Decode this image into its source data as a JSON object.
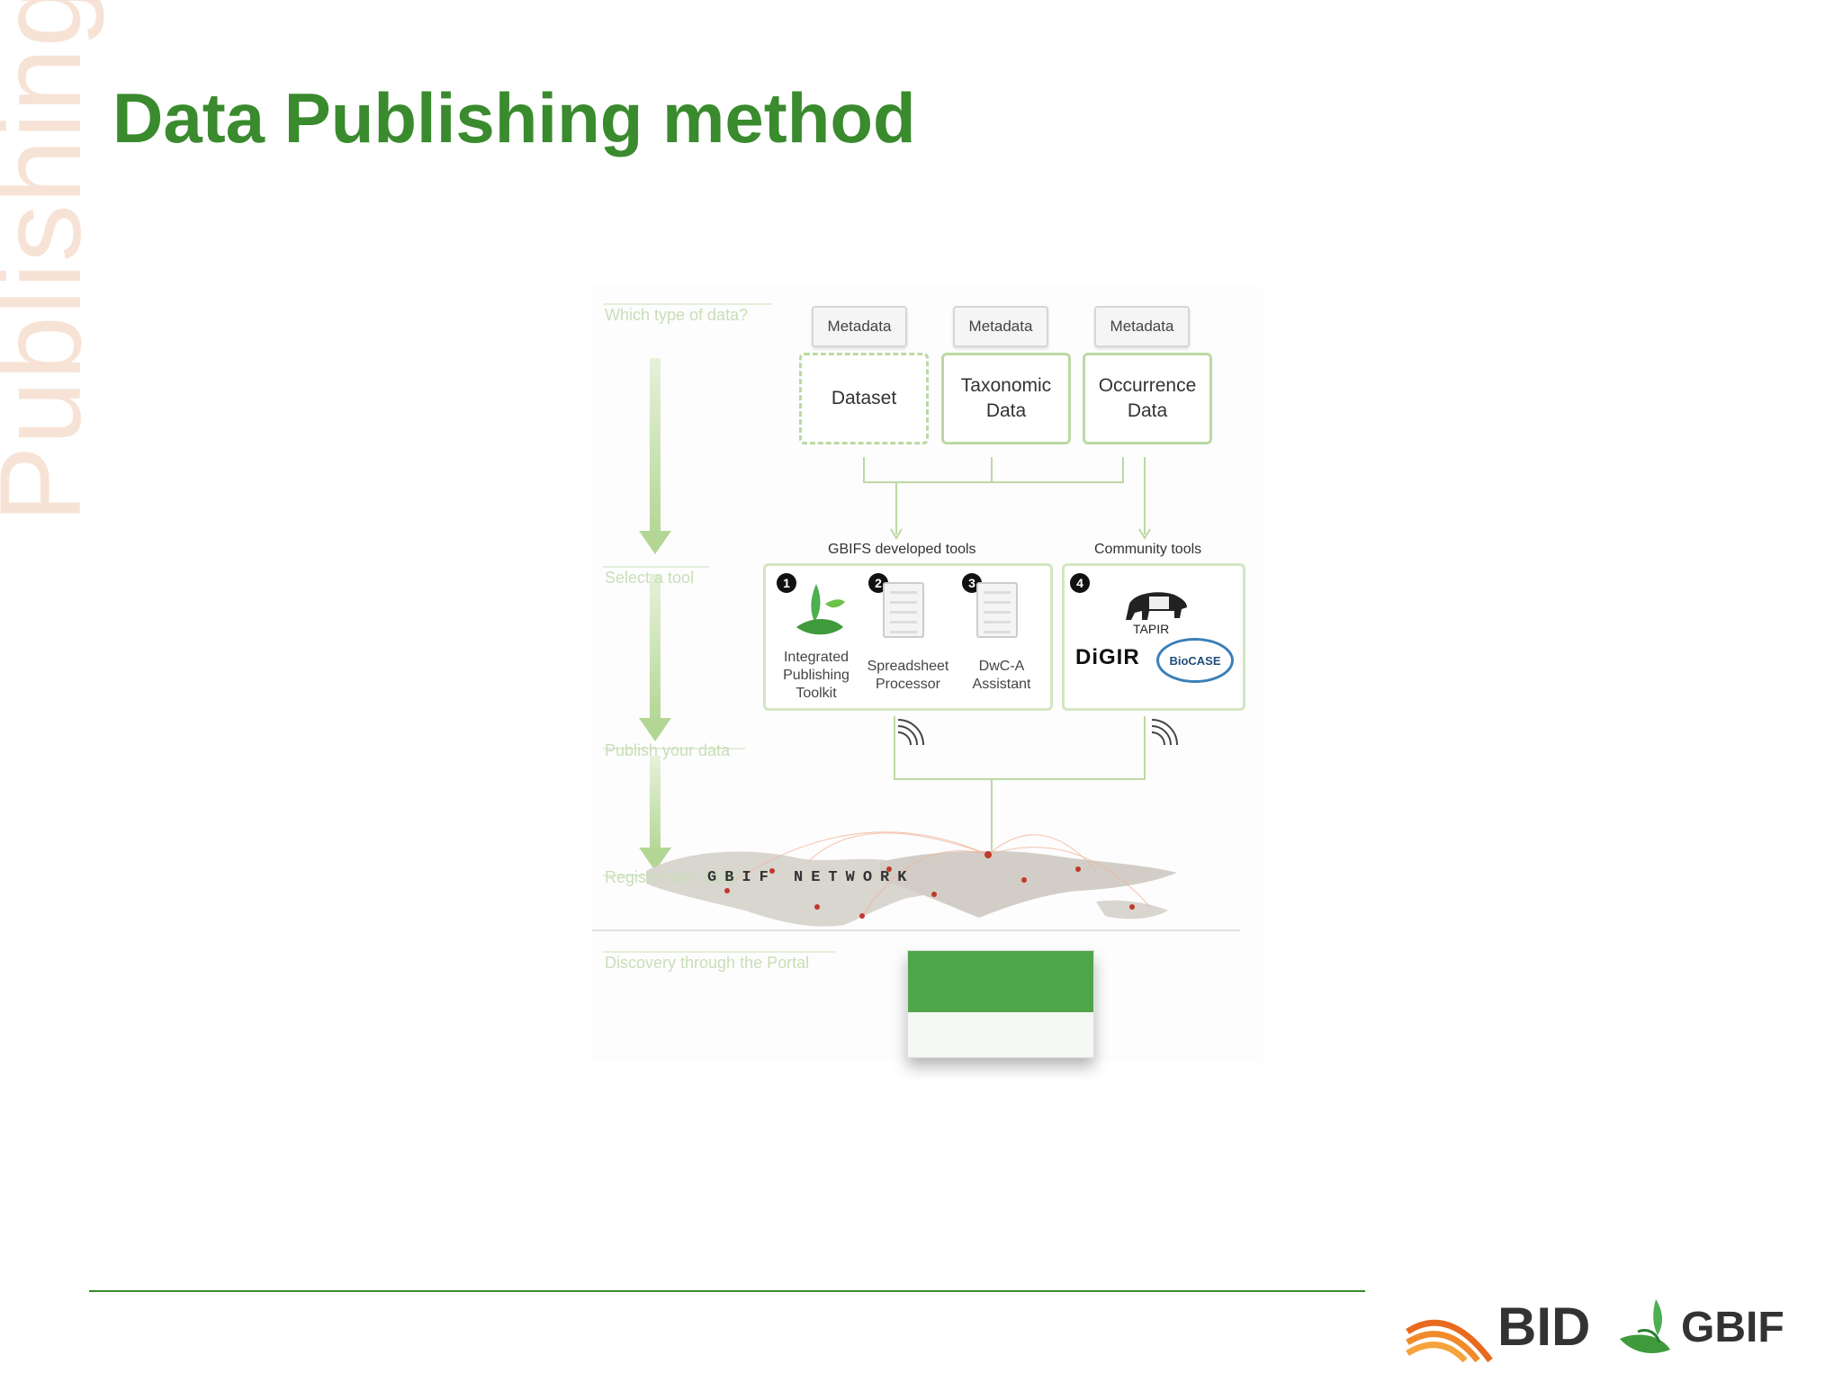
{
  "slide": {
    "side_label": "Publishing",
    "title": "Data Publishing method"
  },
  "diagram": {
    "steps": [
      "Which type of data?",
      "Select a tool",
      "Publish your data",
      "Register with GBIF",
      "Discovery through the Portal"
    ],
    "metadata_label": "Metadata",
    "data_types": [
      {
        "label": "Dataset",
        "style": "dashed"
      },
      {
        "label": "Taxonomic\nData",
        "style": "solid"
      },
      {
        "label": "Occurrence\nData",
        "style": "solid"
      }
    ],
    "gbif_tools_label": "GBIFS developed tools",
    "community_tools_label": "Community tools",
    "tools": [
      {
        "number": "1",
        "label": "Integrated\nPublishing\nToolkit"
      },
      {
        "number": "2",
        "label": "Spreadsheet\nProcessor"
      },
      {
        "number": "3",
        "label": "DwC-A\nAssistant"
      }
    ],
    "community": {
      "number": "4",
      "tapir": "TAPIR",
      "digir": "DiGIR",
      "biocase": "BioCASE"
    },
    "network_label": "GBIF NETWORK"
  },
  "footer": {
    "logos": [
      "BID",
      "GBIF"
    ]
  },
  "colors": {
    "title_green": "#3a8a2e",
    "diagram_green": "#bcd9a3",
    "side_label": "#f7e3d6"
  }
}
